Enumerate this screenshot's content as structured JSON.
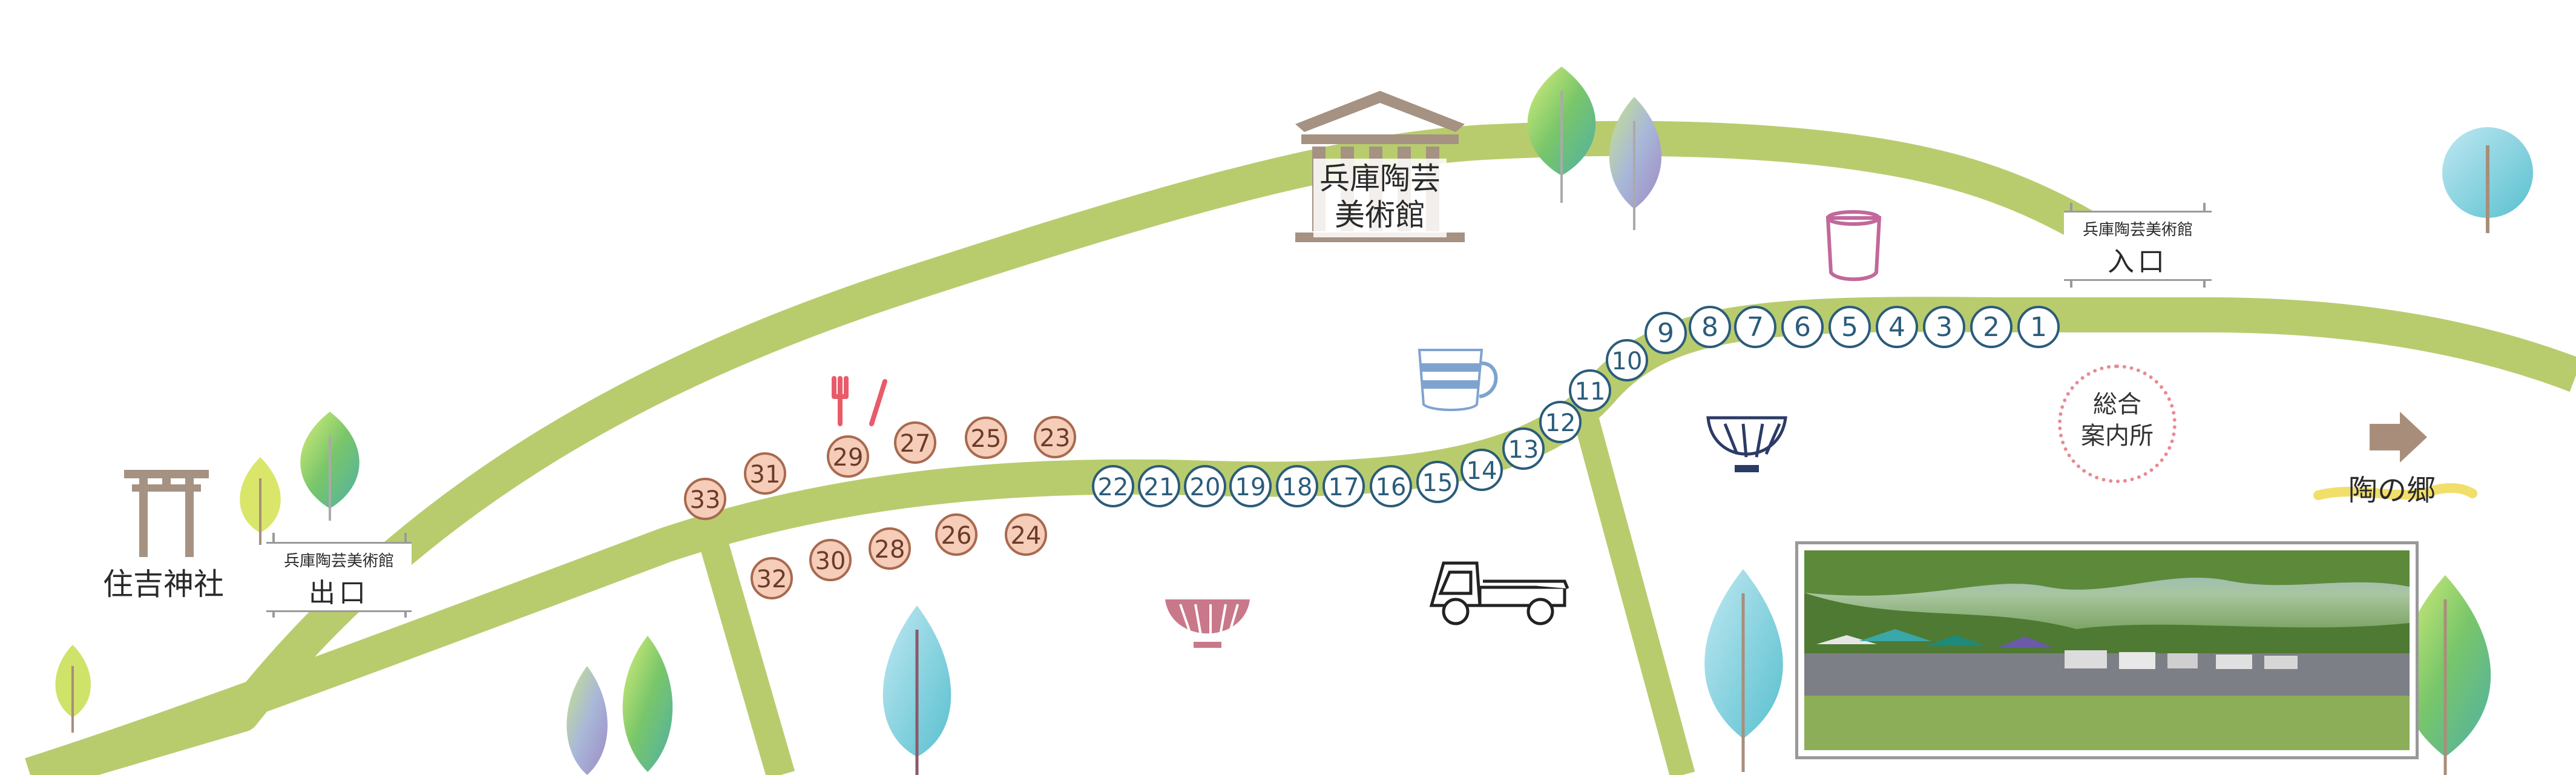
{
  "map": {
    "labels": {
      "museum": [
        "兵庫陶芸",
        "美術館"
      ],
      "shrine": "住吉神社",
      "entrance_sign_small": "兵庫陶芸美術館",
      "entrance_sign_big": "入口",
      "exit_sign_small": "兵庫陶芸美術館",
      "exit_sign_big": "出口",
      "info_center": [
        "総合",
        "案内所"
      ],
      "tounosato": "陶の郷"
    },
    "booths_blue": [
      "1",
      "2",
      "3",
      "4",
      "5",
      "6",
      "7",
      "8",
      "9",
      "10",
      "11",
      "12",
      "13",
      "14",
      "15",
      "16",
      "17",
      "18",
      "19",
      "20",
      "21",
      "22"
    ],
    "booths_pink": [
      "23",
      "24",
      "25",
      "26",
      "27",
      "28",
      "29",
      "30",
      "31",
      "32",
      "33"
    ],
    "colors": {
      "road": "#b8cc6e",
      "booth_blue_stroke": "#2b5c7a",
      "booth_pink_fill": "#f5cdb9",
      "booth_pink_stroke": "#a8694e",
      "building": "#a59282",
      "info_dots": "#e88a93",
      "arrow": "#a88e7a",
      "underline": "#f2df6a"
    },
    "icons": [
      "museum-building-icon",
      "torii-gate-icon",
      "fork-knife-icon",
      "cup-icon",
      "striped-mug-icon",
      "rice-bowl-icon",
      "pink-bowl-icon",
      "truck-icon",
      "arrow-right-icon",
      "tree-icon"
    ]
  }
}
